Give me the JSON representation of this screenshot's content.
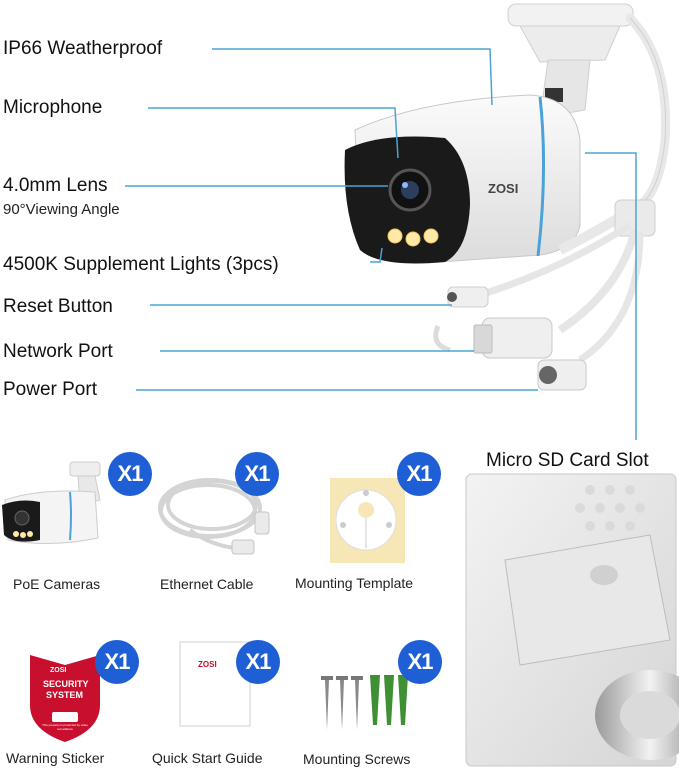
{
  "features": {
    "ip66": "IP66 Weatherproof",
    "microphone": "Microphone",
    "lens": "4.0mm Lens",
    "viewing_angle": "90°Viewing Angle",
    "lights": "4500K Supplement Lights (3pcs)",
    "reset": "Reset Button",
    "network": "Network Port",
    "power": "Power Port",
    "sd_slot": "Micro SD Card Slot"
  },
  "brand": "ZOSI",
  "package": [
    {
      "caption": "PoE Cameras",
      "qty": "X1"
    },
    {
      "caption": "Ethernet Cable",
      "qty": "X1"
    },
    {
      "caption": "Mounting Template",
      "qty": "X1"
    },
    {
      "caption": "Warning Sticker",
      "qty": "X1"
    },
    {
      "caption": "Quick Start Guide",
      "qty": "X1"
    },
    {
      "caption": "Mounting Screws",
      "qty": "X1"
    }
  ],
  "sticker": {
    "line1": "SECURITY",
    "line2": "SYSTEM",
    "fine_print": "This property is protected by video surveillance"
  },
  "colors": {
    "accent_blue": "#1e5fd6",
    "leader_line": "#4aa3d8",
    "sticker_red": "#c8102e"
  }
}
